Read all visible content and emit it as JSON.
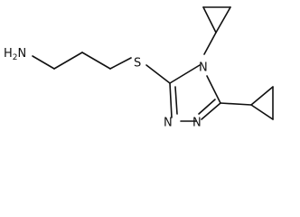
{
  "molecule": {
    "atoms": {
      "amine": "NH2",
      "amine_symbol": "H",
      "amine_n": "N",
      "amine_subscript": "2",
      "sulfur": "S",
      "ring_n4": "N",
      "ring_n1": "N",
      "ring_n2": "N"
    }
  }
}
